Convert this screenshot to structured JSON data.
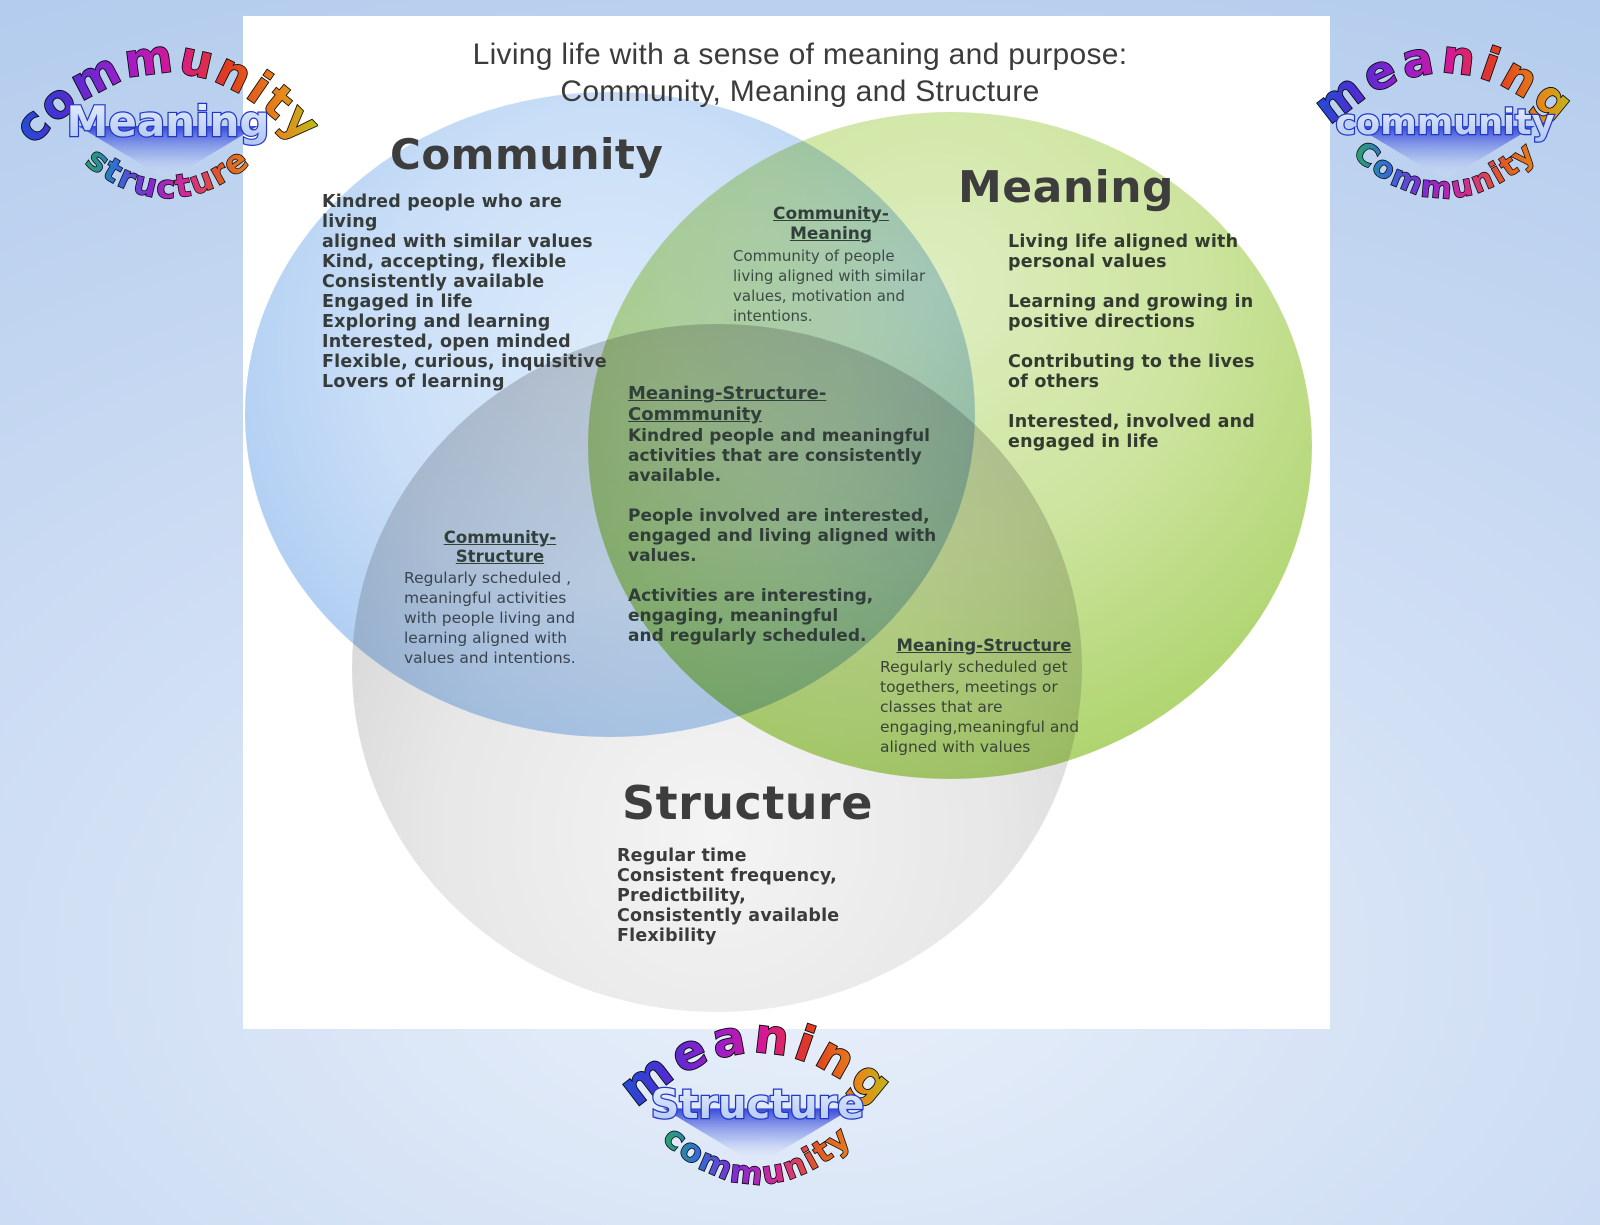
{
  "title": {
    "lines": [
      "Living life with a sense of meaning and purpose:",
      "Community, Meaning and Structure"
    ]
  },
  "venn": {
    "community": {
      "title": "Community",
      "items": [
        "Kindred people who are living",
        "aligned with similar values",
        "Kind, accepting, flexible",
        "Consistently available",
        "Engaged in life",
        "Exploring and learning",
        "Interested, open minded",
        "Flexible, curious, inquisitive",
        "Lovers of learning"
      ]
    },
    "meaning": {
      "title": "Meaning",
      "items": [
        "Living life aligned with",
        "personal values",
        "",
        "Learning and growing in",
        "positive directions",
        "",
        "Contributing to the lives",
        "of others",
        "",
        "Interested, involved and",
        "engaged in life"
      ]
    },
    "structure": {
      "title": "Structure",
      "items": [
        "Regular time",
        "Consistent frequency,",
        "Predictbility,",
        "Consistently available",
        "Flexibility"
      ]
    },
    "community_meaning": {
      "heading": "Community-Meaning",
      "body": [
        "Community of people",
        "living aligned with similar",
        "values, motivation and",
        "intentions."
      ]
    },
    "center": {
      "heading": "Meaning-Structure-Commmunity",
      "body": [
        "Kindred  people and  meaningful",
        "activities that are consistently",
        "available.",
        "",
        "People involved are  interested,",
        "engaged and living aligned with",
        "values.",
        "",
        "Activities are interesting,",
        "engaging, meaningful",
        "and regularly scheduled."
      ]
    },
    "community_structure": {
      "heading": "Community-Structure",
      "body": [
        "Regularly scheduled ,",
        "meaningful activities",
        "with people living and",
        "learning aligned with",
        "values and intentions."
      ]
    },
    "meaning_structure": {
      "heading": "Meaning-Structure",
      "body": [
        "Regularly scheduled get",
        "togethers, meetings or",
        "classes that are",
        "engaging,meaningful and",
        "aligned with values"
      ]
    }
  },
  "wordart": {
    "top_left": {
      "top": "community",
      "middle": "Meaning",
      "bottom": "structure"
    },
    "top_right": {
      "top": "meaning",
      "middle": "community",
      "bottom": "Community"
    },
    "bottom_center": {
      "top": "meaning",
      "middle": "Structure",
      "bottom": "community"
    }
  },
  "colors": {
    "community_circle": "#aecdf2",
    "meaning_circle": "#b0d571",
    "structure_circle": "#d2d2d2",
    "background": "#cfdef4",
    "text": "#3a3a3a",
    "wordart_blue": "#2336c8"
  }
}
